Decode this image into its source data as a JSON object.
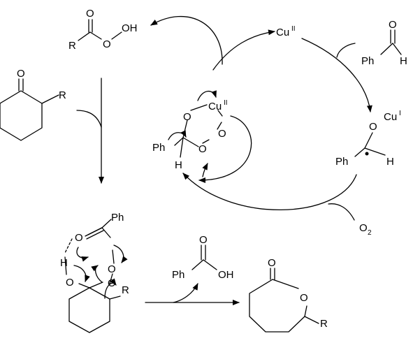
{
  "labels": {
    "peracid": {
      "O_carbonyl": "O",
      "R": "R",
      "O_bridge": "O",
      "OH": "OH"
    },
    "ketone": {
      "O": "O",
      "R": "R"
    },
    "cu_ii_top": {
      "cu": "Cu",
      "ox": "II"
    },
    "benzaldehyde": {
      "O": "O",
      "Ph": "Ph",
      "H": "H"
    },
    "cu_complex": {
      "cu": "Cu",
      "ox": "II",
      "O1": "O",
      "O2": "O",
      "O3": "O",
      "Ph": "Ph",
      "H": "H"
    },
    "radical": {
      "O": "O",
      "cu": "Cu",
      "ox": "I",
      "Ph": "Ph",
      "H": "H"
    },
    "oxygen": {
      "O": "O",
      "sub": "2"
    },
    "criegee": {
      "Ph": "Ph",
      "O_carbonyl": "O",
      "H": "H",
      "O_bridge": "O",
      "O_hydroxyl": "O",
      "O_peroxy": "O",
      "R": "R"
    },
    "benzoic_acid": {
      "O": "O",
      "Ph": "Ph",
      "OH": "OH"
    },
    "lactone": {
      "O_carbonyl": "O",
      "O_ring": "O",
      "R": "R"
    }
  }
}
